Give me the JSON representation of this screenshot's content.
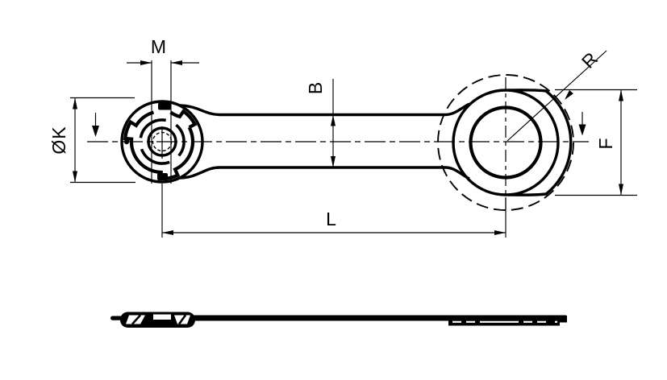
{
  "drawing": {
    "type": "technical-dimension-drawing",
    "description": "Rod-end / eye terminal part, front view with dimensions and thin side profile view",
    "colors": {
      "line": "#000000",
      "background": "#ffffff"
    },
    "labels": {
      "m": "M",
      "ok": "ØK",
      "b": "B",
      "r": "R",
      "l": "L",
      "f": "F"
    },
    "views": {
      "front_view": "left bayonet head, tapered shaft, right eye head with phantom circle",
      "side_view": "thin flat profile with left locking head and right eye plate"
    }
  }
}
